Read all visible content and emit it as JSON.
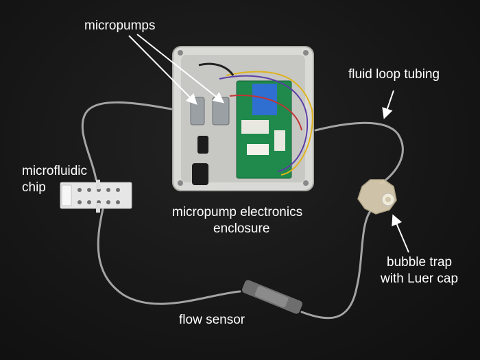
{
  "labels": {
    "micropumps": "micropumps",
    "fluid_loop_tubing": "fluid loop tubing",
    "microfluidic_chip_line1": "microfluidic",
    "microfluidic_chip_line2": "chip",
    "enclosure_line1": "micropump electronics",
    "enclosure_line2": "enclosure",
    "bubble_trap_line1": "bubble trap",
    "bubble_trap_line2": "with Luer cap",
    "flow_sensor": "flow sensor"
  },
  "colors": {
    "background": "#161616",
    "label_text": "#ffffff",
    "arrow": "#ffffff",
    "enclosure": "#d9d9d6",
    "pcb": "#1f8a4c",
    "tubing": "#cfcfcf"
  }
}
